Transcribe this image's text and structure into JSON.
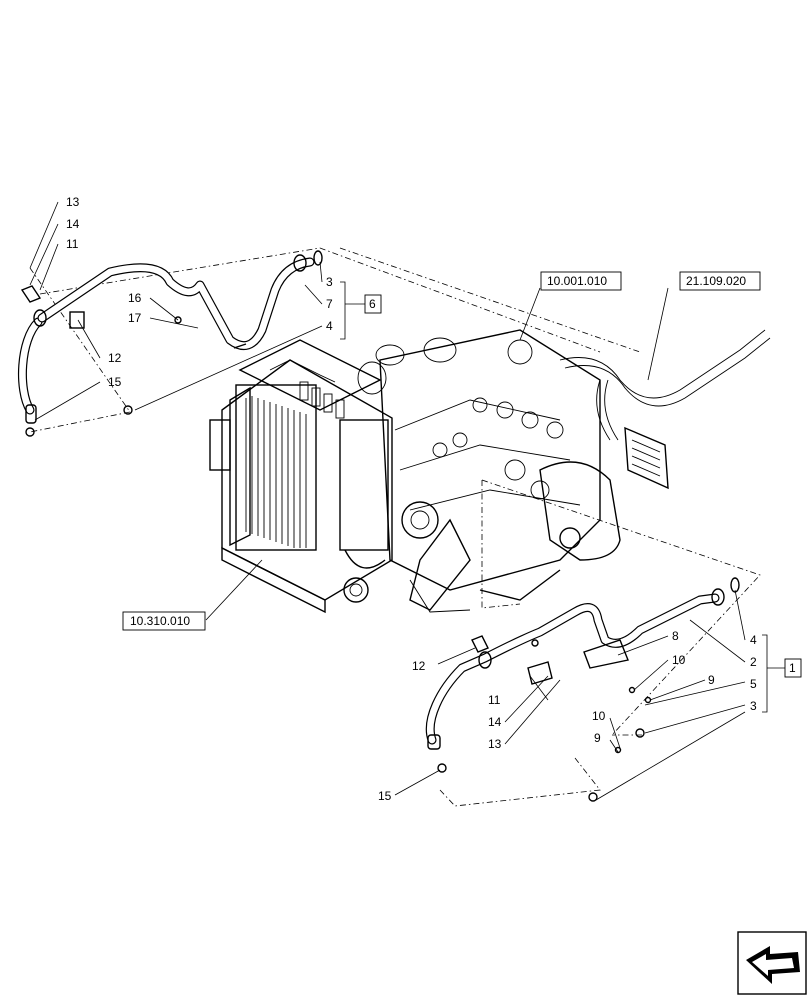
{
  "callouts": {
    "c13_top": "13",
    "c14_top": "14",
    "c11_top": "11",
    "c16": "16",
    "c17": "17",
    "c12_top": "12",
    "c15_top": "15",
    "c3_top": "3",
    "c7": "7",
    "c4_top": "4",
    "c12_bot": "12",
    "c11_bot": "11",
    "c14_bot": "14",
    "c13_bot": "13",
    "c8": "8",
    "c10_a": "10",
    "c9_a": "9",
    "c10_b": "10",
    "c9_b": "9",
    "c4_bot": "4",
    "c2": "2",
    "c5": "5",
    "c3_bot": "3",
    "c15_bot": "15"
  },
  "groups": {
    "g6": "6",
    "g1": "1"
  },
  "references": {
    "ref_engine": "10.001.010",
    "ref_harness": "21.109.020",
    "ref_cooling": "10.310.010"
  },
  "icons": {
    "navigation": "next-page-arrow-icon"
  }
}
